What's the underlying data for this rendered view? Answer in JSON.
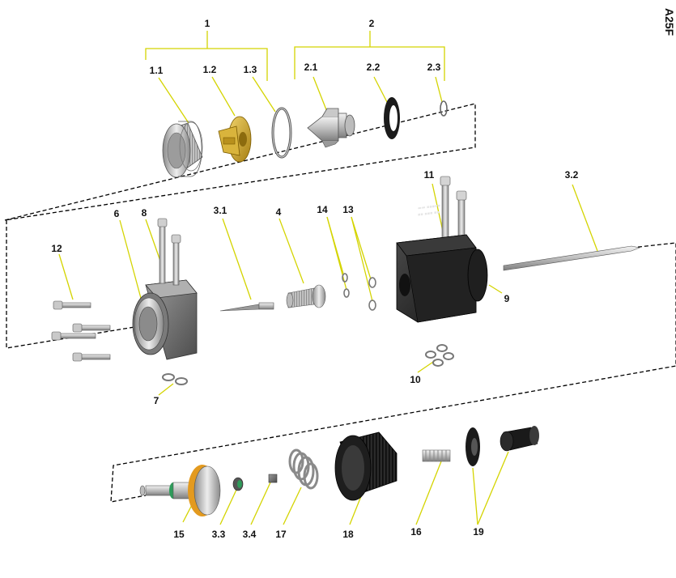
{
  "model_code": "A25F",
  "colors": {
    "leader": "#d4d400",
    "outline": "#000000",
    "metal_light": "#e2e2e2",
    "metal_dark": "#8c8c8c",
    "brass": "#c9a227",
    "block_light": "#7a7a7a",
    "block_dark": "#2a2a2a",
    "seal_orange": "#e39a1f",
    "seal_green": "#2e9b5a"
  },
  "labels": {
    "g1": "1",
    "g2": "2",
    "p1_1": "1.1",
    "p1_2": "1.2",
    "p1_3": "1.3",
    "p2_1": "2.1",
    "p2_2": "2.2",
    "p2_3": "2.3",
    "p3_1": "3.1",
    "p3_2": "3.2",
    "p3_3": "3.3",
    "p3_4": "3.4",
    "p4": "4",
    "p6": "6",
    "p7": "7",
    "p8": "8",
    "p9": "9",
    "p10": "10",
    "p11": "11",
    "p12": "12",
    "p13": "13",
    "p14": "14",
    "p15": "15",
    "p16": "16",
    "p17": "17",
    "p18": "18",
    "p19": "19"
  }
}
